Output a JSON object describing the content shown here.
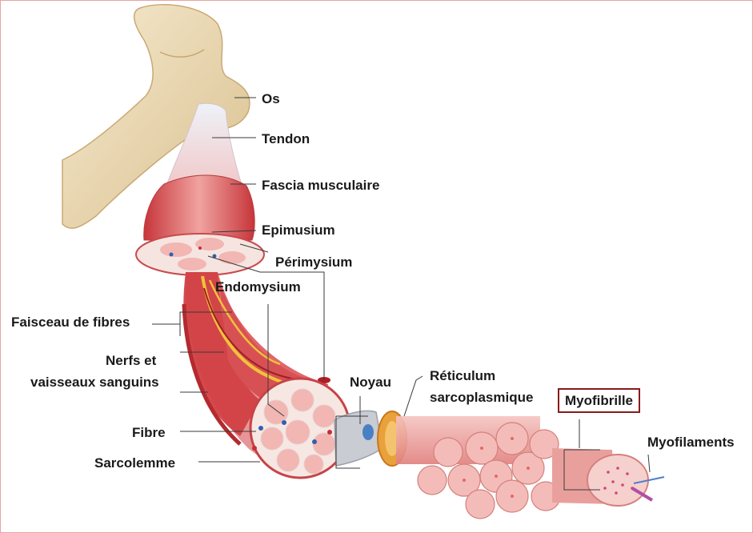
{
  "labels": {
    "os": "Os",
    "tendon": "Tendon",
    "fascia": "Fascia musculaire",
    "epimusium": "Epimusium",
    "perimysium": "Périmysium",
    "endomysium": "Endomysium",
    "faisceau": "Faisceau de fibres",
    "nerfs_line1": "Nerfs et",
    "nerfs_line2": "vaisseaux sanguins",
    "fibre": "Fibre",
    "sarcolemme": "Sarcolemme",
    "noyau": "Noyau",
    "reticulum_line1": "Réticulum",
    "reticulum_line2": "sarcoplasmique",
    "myofibrille": "Myofibrille",
    "myofilaments": "Myofilaments"
  },
  "colors": {
    "bone": "#ecd9b0",
    "muscle": "#d9575a",
    "muscle_light": "#f2b6b3",
    "tendon": "#eaeef6",
    "nerve": "#f2c23a",
    "highlight_box": "#8b1a1a"
  }
}
